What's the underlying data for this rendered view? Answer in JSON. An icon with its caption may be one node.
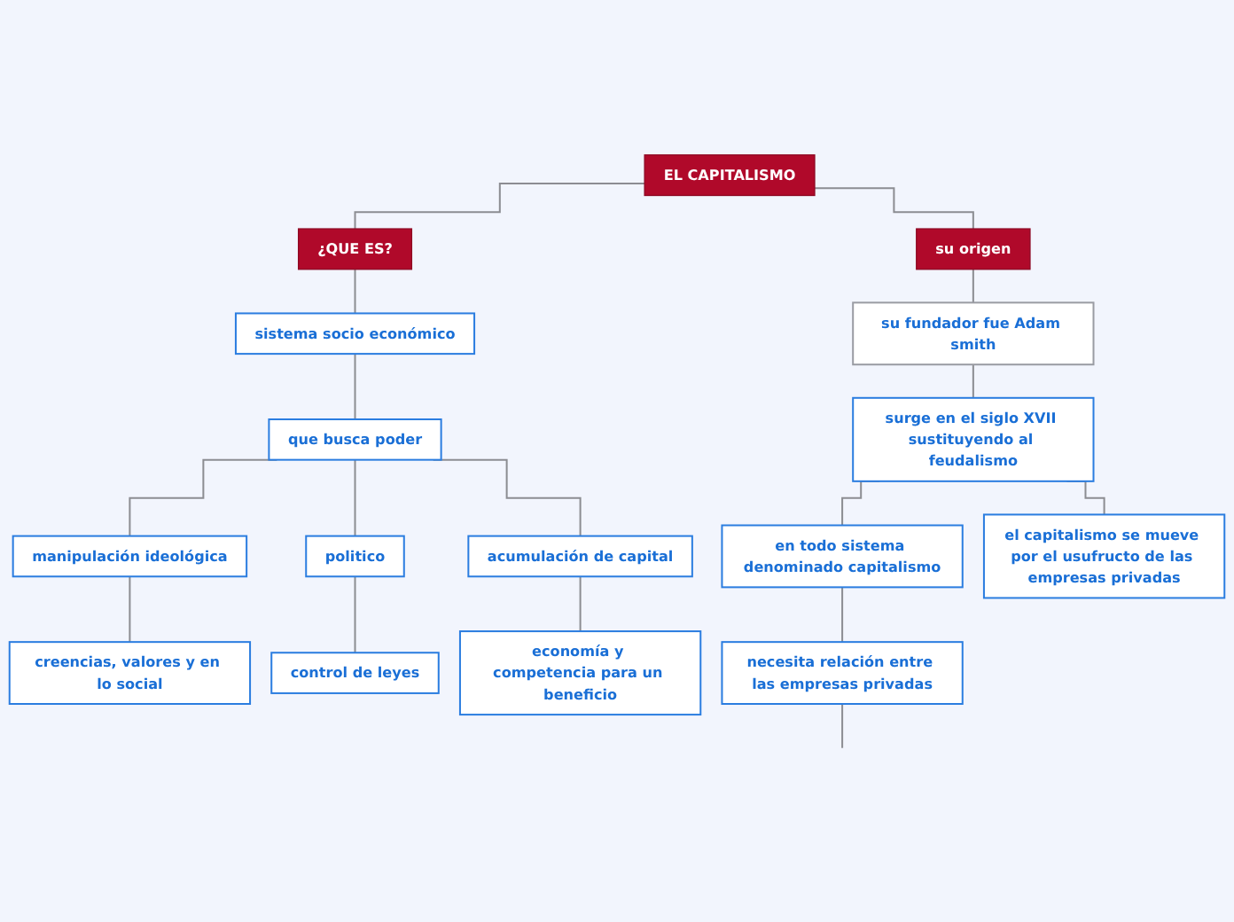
{
  "diagram": {
    "nodes": [
      {
        "text": [
          "EL CAPITALISMO"
        ]
      },
      {
        "text": [
          "¿QUE ES?"
        ]
      },
      {
        "text": [
          "sistema socio económico"
        ]
      },
      {
        "text": [
          "que busca poder"
        ]
      },
      {
        "text": [
          "manipulación ideológica"
        ]
      },
      {
        "text": [
          "creencias, valores y en lo social"
        ]
      },
      {
        "text": [
          "politico"
        ]
      },
      {
        "text": [
          "control de leyes"
        ]
      },
      {
        "text": [
          "acumulación de capital"
        ]
      },
      {
        "text": [
          "economía y competencia para un beneficio"
        ]
      },
      {
        "text": [
          "su origen"
        ]
      },
      {
        "text": [
          "su fundador fue Adam smith"
        ]
      },
      {
        "text": [
          "surge en el siglo XVII sustituyendo al feudalismo"
        ]
      },
      {
        "text": [
          "en todo sistema denominado capitalismo"
        ]
      },
      {
        "text": [
          "el capitalismo se mueve por el usufructo de las empresas privadas"
        ]
      },
      {
        "text": [
          "necesita relación entre las empresas privadas"
        ]
      }
    ],
    "edges": [
      {
        "from": 0,
        "to": 1,
        "arrow": "none"
      },
      {
        "from": 0,
        "to": 10,
        "arrow": "none"
      },
      {
        "from": 1,
        "to": 2,
        "arrow": "none"
      },
      {
        "from": 2,
        "to": 3,
        "arrow": "none"
      },
      {
        "from": 3,
        "to": 4,
        "arrow": "none"
      },
      {
        "from": 3,
        "to": 6,
        "arrow": "none"
      },
      {
        "from": 3,
        "to": 8,
        "arrow": "none"
      },
      {
        "from": 4,
        "to": 5,
        "arrow": "none"
      },
      {
        "from": 6,
        "to": 7,
        "arrow": "none"
      },
      {
        "from": 8,
        "to": 9,
        "arrow": "none"
      },
      {
        "from": 10,
        "to": 11,
        "arrow": "none"
      },
      {
        "from": 11,
        "to": 12,
        "arrow": "none"
      },
      {
        "from": 12,
        "to": 13,
        "arrow": "none"
      },
      {
        "from": 12,
        "to": 14,
        "arrow": "none"
      },
      {
        "from": 13,
        "to": 15,
        "arrow": "none"
      },
      {
        "from": 15,
        "to": null,
        "arrow": "none"
      }
    ]
  }
}
